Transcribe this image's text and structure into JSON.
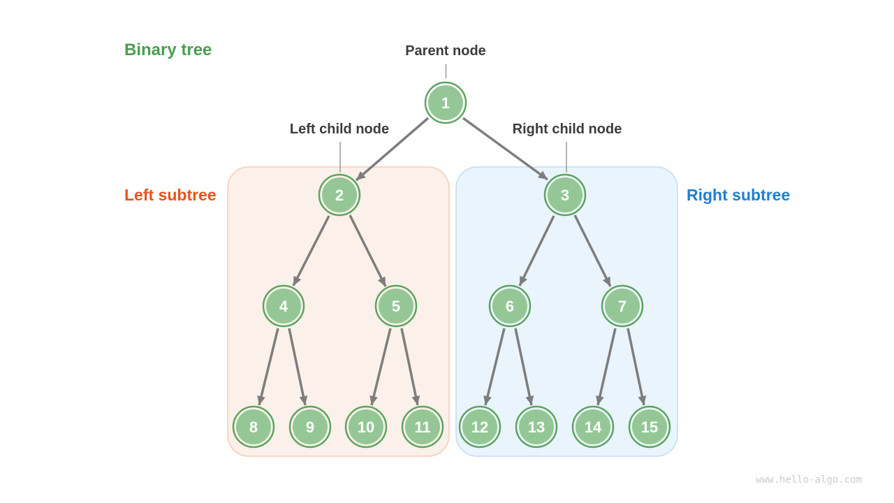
{
  "title": {
    "text": "Binary tree",
    "color": "#4C9D53"
  },
  "annotations": {
    "parent_node": "Parent node",
    "left_child_node": "Left child node",
    "right_child_node": "Right child node",
    "left_subtree": {
      "text": "Left subtree",
      "color": "#E8531B"
    },
    "right_subtree": {
      "text": "Right subtree",
      "color": "#1C80D4"
    }
  },
  "tree": {
    "nodes": [
      "1",
      "2",
      "3",
      "4",
      "5",
      "6",
      "7",
      "8",
      "9",
      "10",
      "11",
      "12",
      "13",
      "14",
      "15"
    ],
    "edges": [
      "1-2",
      "1-3",
      "2-4",
      "2-5",
      "3-6",
      "3-7",
      "4-8",
      "4-9",
      "5-10",
      "5-11",
      "6-12",
      "6-13",
      "7-14",
      "7-15"
    ],
    "left_subtree_nodes": [
      "2",
      "4",
      "5",
      "8",
      "9",
      "10",
      "11"
    ],
    "right_subtree_nodes": [
      "3",
      "6",
      "7",
      "12",
      "13",
      "14",
      "15"
    ]
  },
  "colors": {
    "node_fill": "#94C795",
    "node_ring": "#5BA55E",
    "node_text": "#FFFFFF",
    "arrow": "#7D7D7D",
    "left_box_fill": "#FCF0EA",
    "left_box_border": "#F6CBB2",
    "right_box_fill": "#EAF4FC",
    "right_box_border": "#BFDDF4",
    "label_text": "#3C3C3C",
    "background": "#FFFFFF"
  },
  "watermark": "www.hello-algo.com"
}
